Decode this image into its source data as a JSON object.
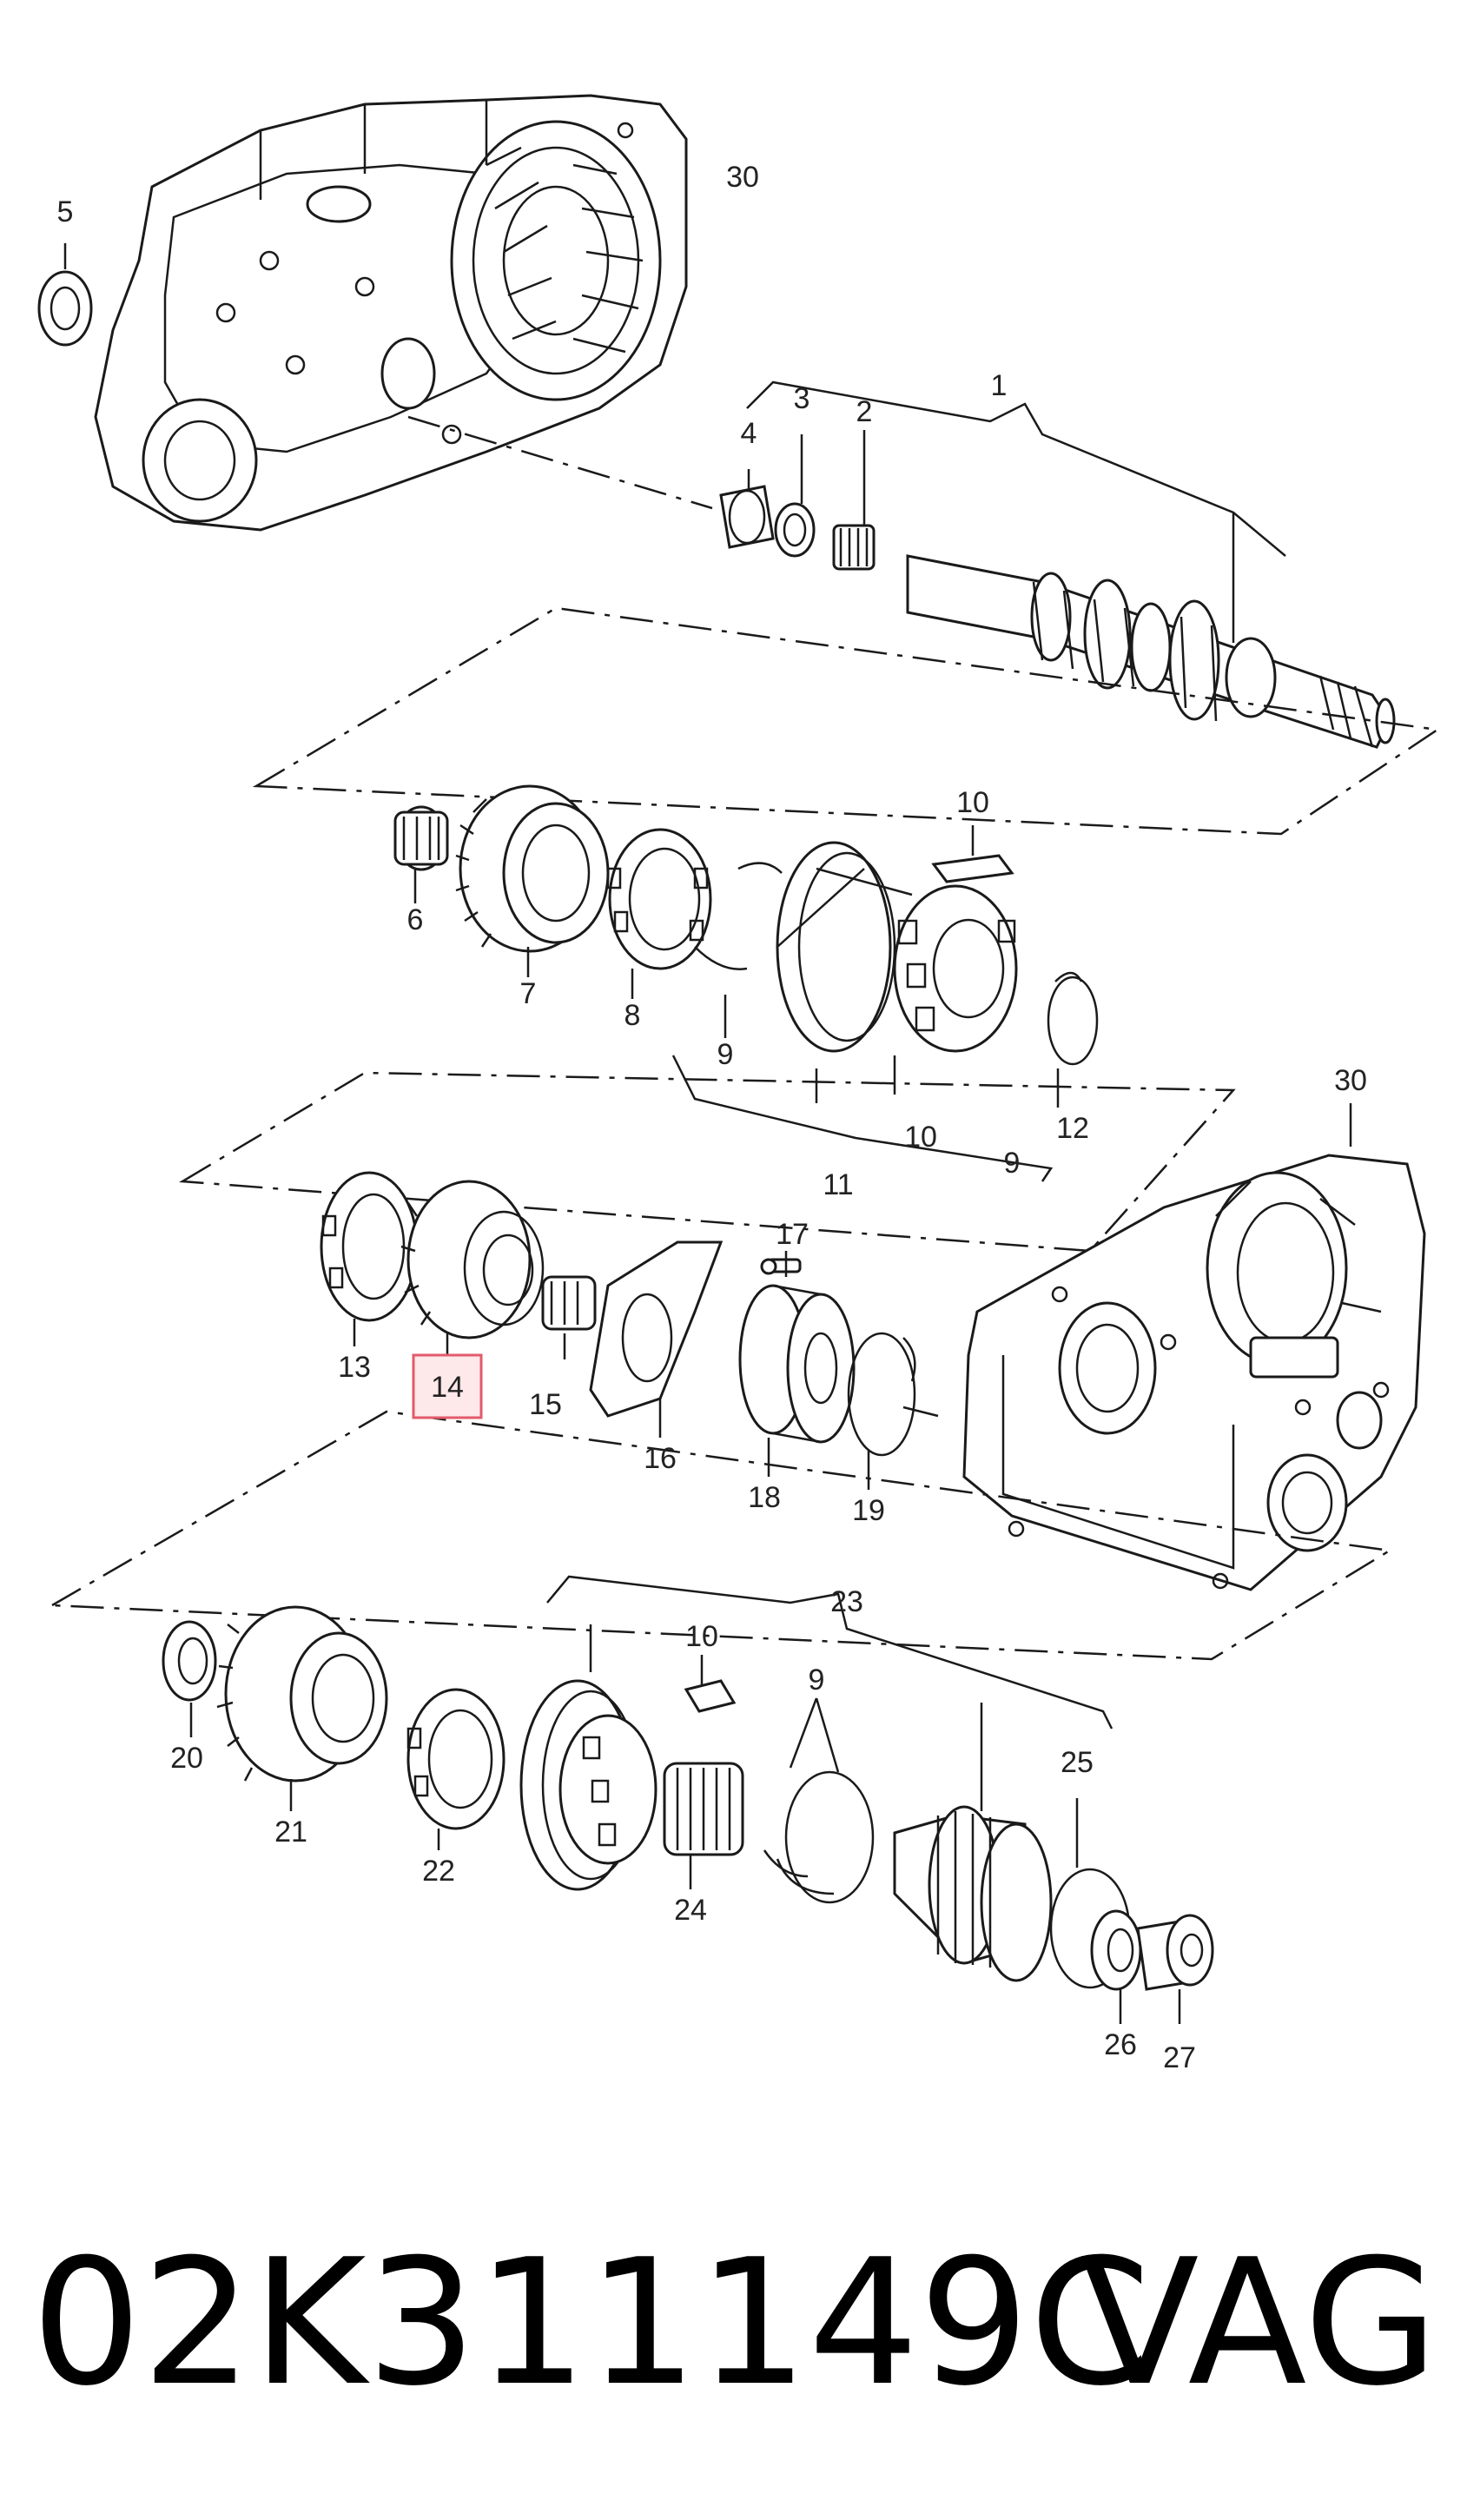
{
  "callouts": {
    "c1": "1",
    "c2": "2",
    "c3": "3",
    "c4": "4",
    "c5": "5",
    "c6": "6",
    "c7": "7",
    "c8": "8",
    "c9a": "9",
    "c9b": "9",
    "c9c": "9",
    "c10a": "10",
    "c10b": "10",
    "c10c": "10",
    "c11": "11",
    "c12": "12",
    "c13": "13",
    "c14": "14",
    "c15": "15",
    "c16": "16",
    "c17": "17",
    "c18": "18",
    "c19": "19",
    "c20": "20",
    "c21": "21",
    "c22": "22",
    "c23": "23",
    "c24": "24",
    "c25": "25",
    "c26": "26",
    "c27": "27",
    "c30a": "30",
    "c30b": "30"
  },
  "highlight": {
    "callout": "14",
    "color": "#e35a6a"
  },
  "caption": {
    "part_number": "02K311149C",
    "brand": "VAG"
  }
}
